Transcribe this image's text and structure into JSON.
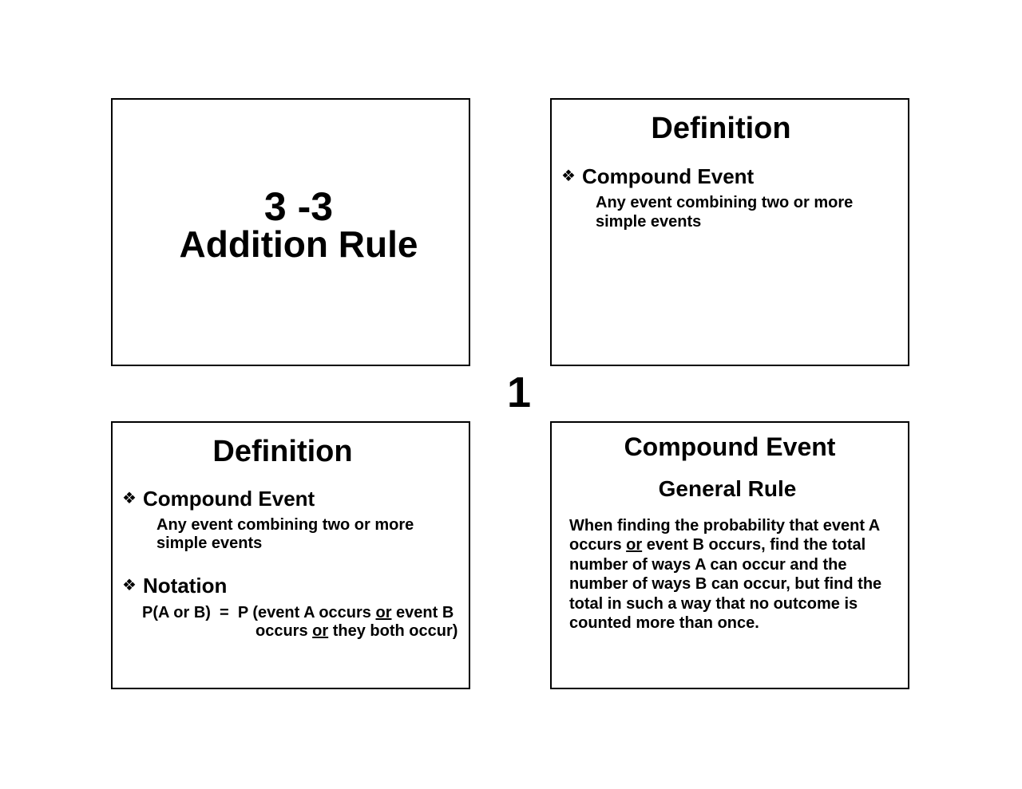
{
  "page_number": "1",
  "slide1": {
    "number": "3 -3",
    "title": "Addition Rule"
  },
  "slide2": {
    "title": "Definition",
    "bullet": "Compound Event",
    "definition": "Any event combining two or more simple events"
  },
  "slide3": {
    "title": "Definition",
    "bullet1": "Compound Event",
    "definition": "Any event combining two or more simple events",
    "bullet2": "Notation",
    "notation_line1_a": "P(A or B)  =  P (event A occurs ",
    "notation_line1_or": "or",
    "notation_line1_b": " event B",
    "notation_line2_a": "occurs ",
    "notation_line2_or": "or",
    "notation_line2_b": " they both occur)"
  },
  "slide4": {
    "title": "Compound Event",
    "subtitle": "General Rule",
    "body_a": "When finding the probability that event A occurs ",
    "body_or": "or",
    "body_b": " event B occurs, find the total number of ways A can occur and the number of ways B can occur, but find the total in such a way that no outcome is counted more than once."
  },
  "icons": {
    "bullet": "diamond-bullet-icon"
  }
}
